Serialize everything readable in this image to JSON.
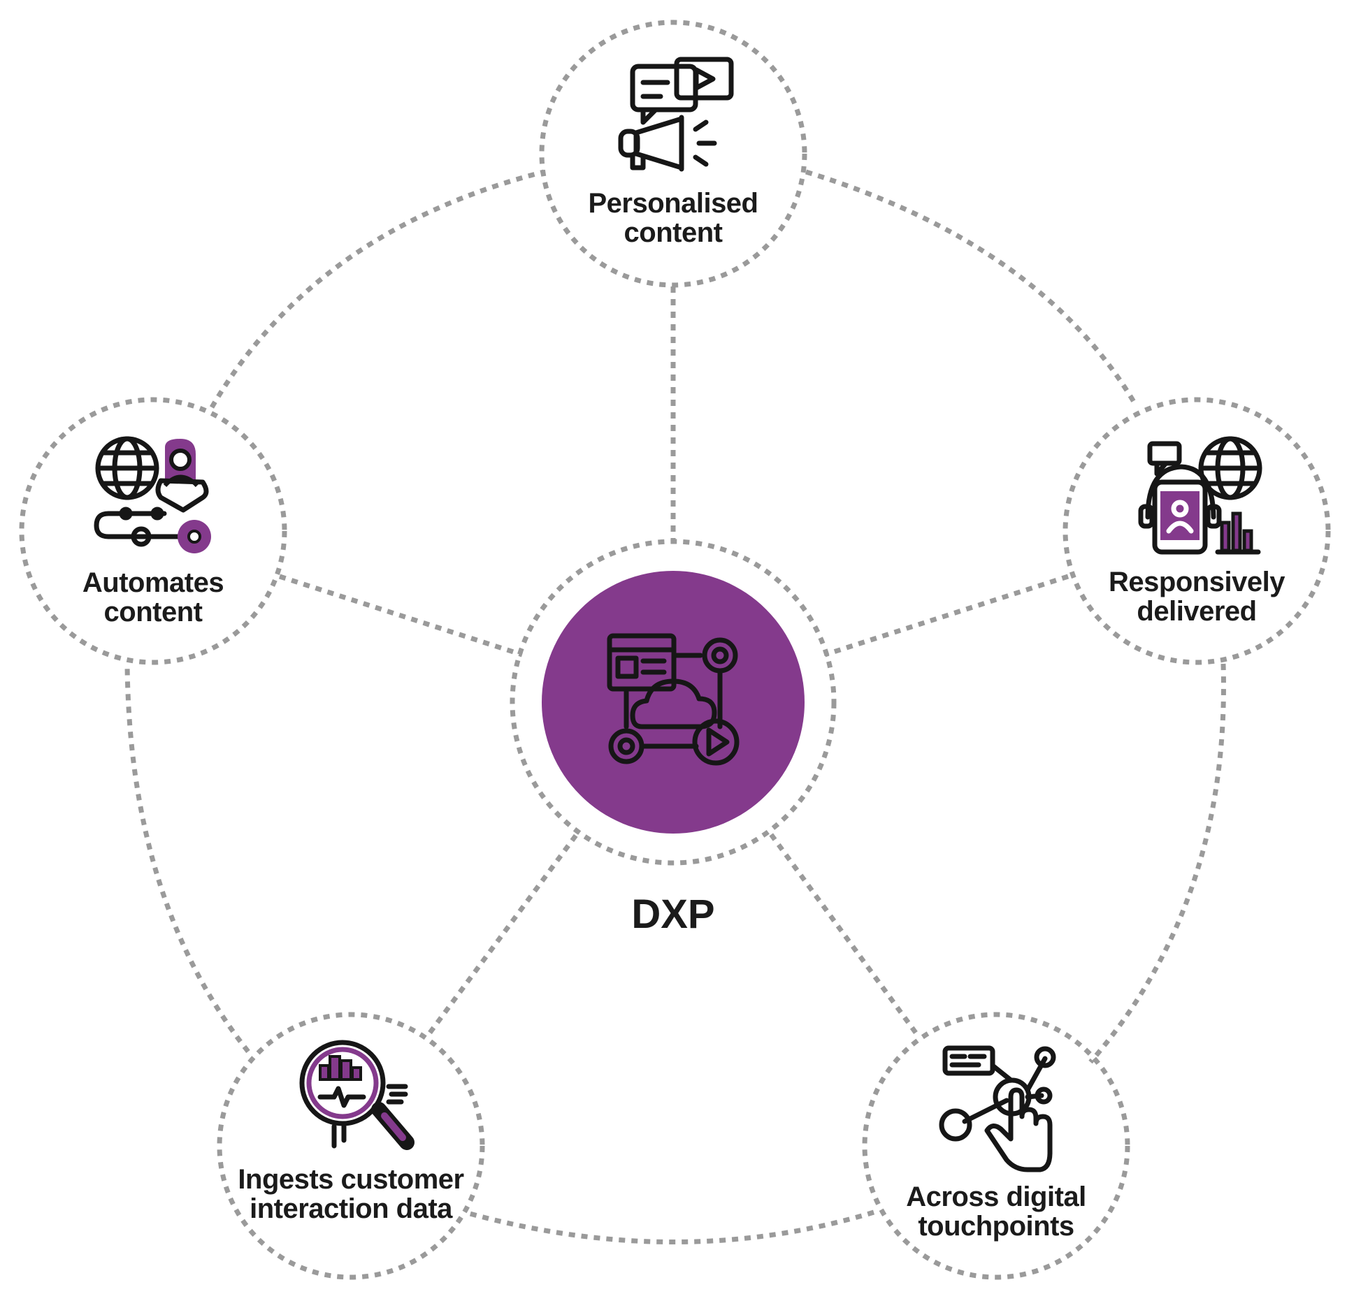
{
  "colors": {
    "accent": "#843a8c",
    "ink": "#161616",
    "dash": "#9a9a9a"
  },
  "center": {
    "label": "DXP",
    "icon": "cloud-platform-icon"
  },
  "nodes": [
    {
      "id": "personalised",
      "lines": [
        "Personalised",
        "content"
      ],
      "icon": "megaphone-chat-video-icon"
    },
    {
      "id": "responsive",
      "lines": [
        "Responsively",
        "delivered"
      ],
      "icon": "mobile-globe-chart-icon"
    },
    {
      "id": "touchpoints",
      "lines": [
        "Across digital",
        "touchpoints"
      ],
      "icon": "touch-network-icon"
    },
    {
      "id": "ingests",
      "lines": [
        "Ingests customer",
        "interaction data"
      ],
      "icon": "magnifier-analytics-icon"
    },
    {
      "id": "automates",
      "lines": [
        "Automates",
        "content"
      ],
      "icon": "globe-user-workflow-icon"
    }
  ]
}
